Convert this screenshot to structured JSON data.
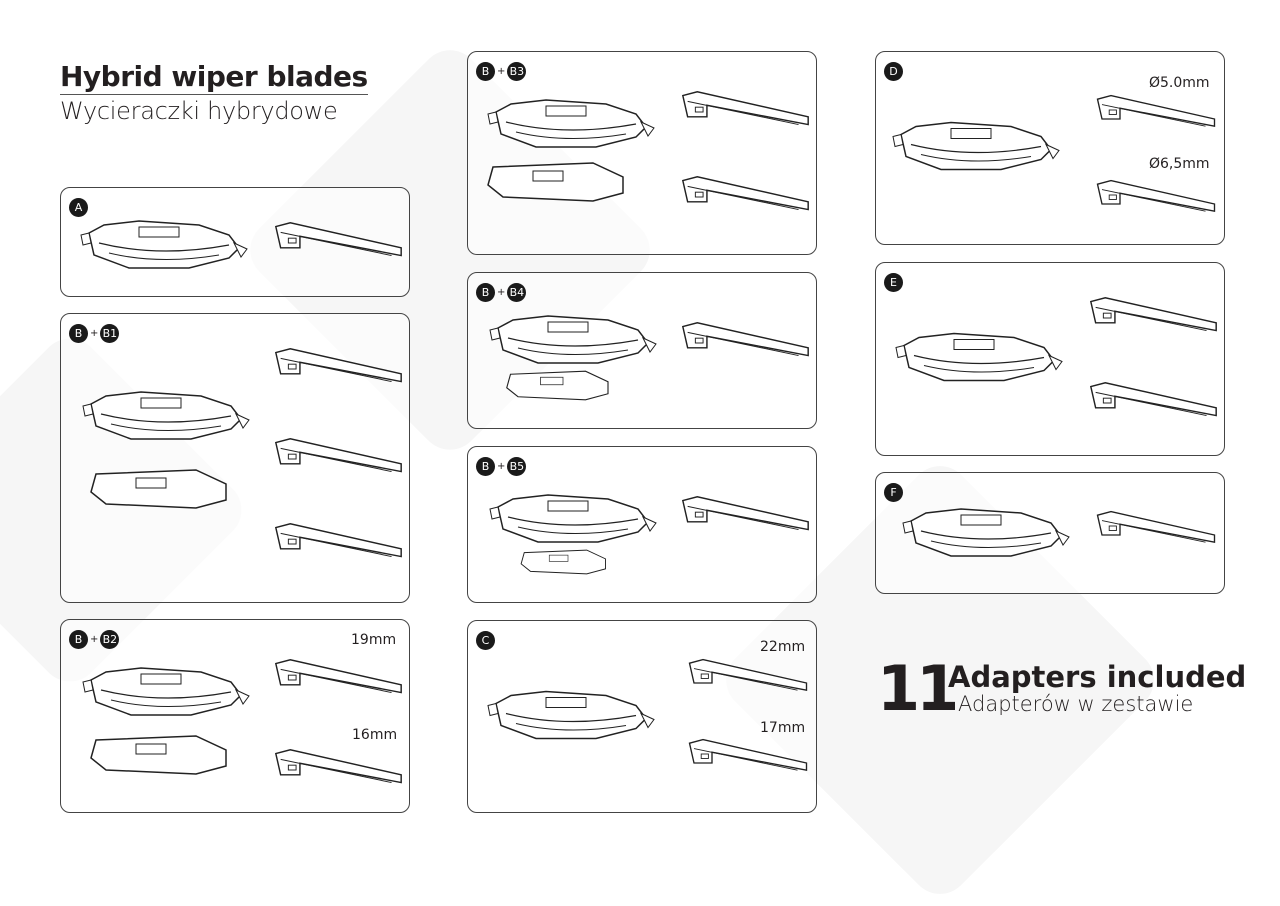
{
  "header": {
    "title": "Hybrid wiper blades",
    "subtitle": "Wycieraczki hybrydowe"
  },
  "panels": [
    {
      "id": "A",
      "badges": [
        "A"
      ]
    },
    {
      "id": "B1",
      "badges": [
        "B",
        "B1"
      ]
    },
    {
      "id": "B2",
      "badges": [
        "B",
        "B2"
      ],
      "dims": [
        "19mm",
        "16mm"
      ]
    },
    {
      "id": "B3",
      "badges": [
        "B",
        "B3"
      ]
    },
    {
      "id": "B4",
      "badges": [
        "B",
        "B4"
      ]
    },
    {
      "id": "B5",
      "badges": [
        "B",
        "B5"
      ]
    },
    {
      "id": "C",
      "badges": [
        "C"
      ],
      "dims": [
        "22mm",
        "17mm"
      ]
    },
    {
      "id": "D",
      "badges": [
        "D"
      ],
      "dims": [
        "Ø5.0mm",
        "Ø6,5mm"
      ]
    },
    {
      "id": "E",
      "badges": [
        "E"
      ]
    },
    {
      "id": "F",
      "badges": [
        "F"
      ]
    }
  ],
  "plus": "+",
  "footer": {
    "count": "11",
    "title": "Adapters included",
    "subtitle": "Adapterów w zestawie"
  }
}
